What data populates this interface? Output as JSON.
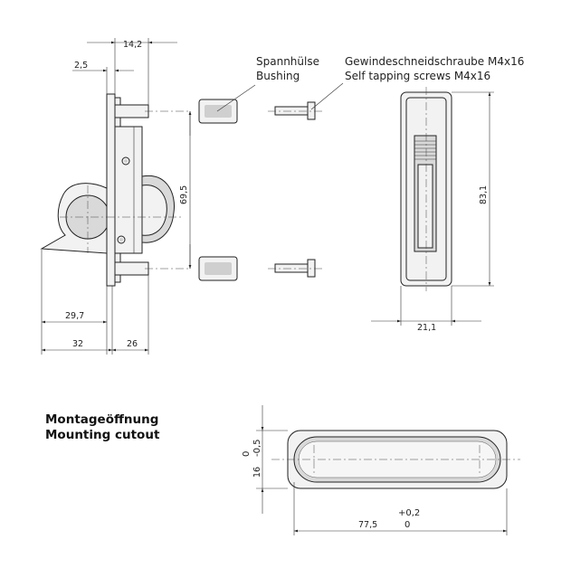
{
  "dimensions": {
    "d_14_2": "14,2",
    "d_2_5": "2,5",
    "d_69_5": "69,5",
    "d_29_7": "29,7",
    "d_32": "32",
    "d_26": "26",
    "d_83_1": "83,1",
    "d_21_1": "21,1",
    "d_16": "16",
    "d_0": "0",
    "d_neg_0_5": "-0,5",
    "d_77_5": "77,5",
    "d_plus_0_2": "+0,2",
    "d_0b": "0"
  },
  "labels": {
    "bushing_de": "Spannhülse",
    "bushing_en": "Bushing",
    "screw_de": "Gewindeschneidschraube M4x16",
    "screw_en": "Self tapping screws M4x16"
  },
  "cutout": {
    "title_de": "Montageöffnung",
    "title_en": "Mounting cutout"
  }
}
